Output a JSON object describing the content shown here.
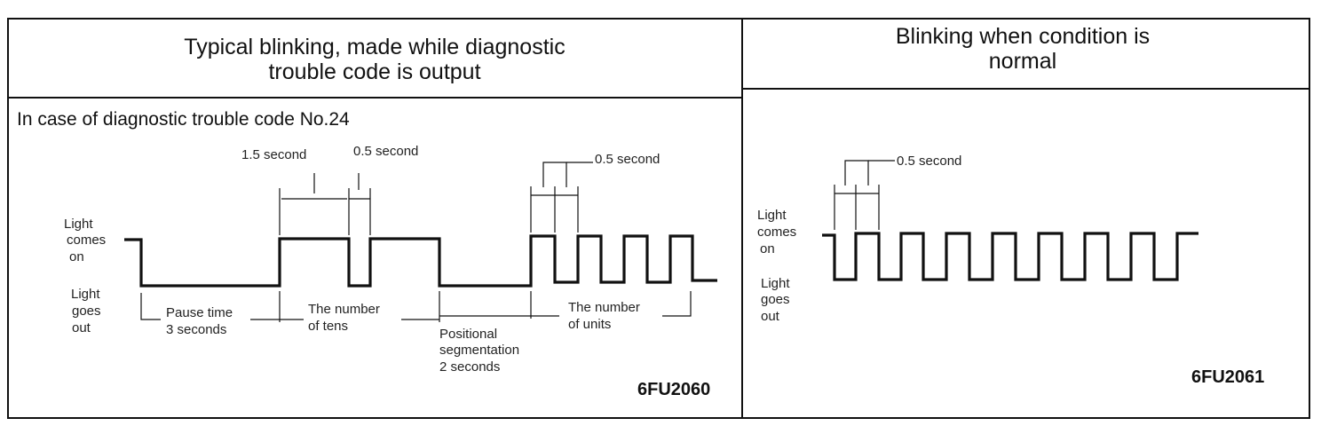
{
  "left_panel": {
    "header_line1": "Typical blinking, made while diagnostic",
    "header_line2": "trouble code is output",
    "subtitle": "In case of diagnostic trouble code No.24",
    "label_1_5_second": "1.5 second",
    "label_0_5_second_a": "0.5 second",
    "label_0_5_second_b": "0.5 second",
    "light_comes_on": [
      "Light",
      "comes",
      "on"
    ],
    "light_goes_out": [
      "Light",
      "goes",
      "out"
    ],
    "pause_time": [
      "Pause time",
      "3 seconds"
    ],
    "number_of_tens": [
      "The number",
      "of tens"
    ],
    "positional_segmentation": [
      "Positional",
      "segmentation",
      "2 seconds"
    ],
    "number_of_units": [
      "The number",
      "of units"
    ],
    "code": "6FU2060"
  },
  "right_panel": {
    "header_line1": "Blinking when condition is",
    "header_line2": "normal",
    "label_0_5_second": "0.5 second",
    "light_comes_on": [
      "Light",
      "comes",
      "on"
    ],
    "light_goes_out": [
      "Light",
      "goes",
      "out"
    ],
    "code": "6FU2061"
  }
}
